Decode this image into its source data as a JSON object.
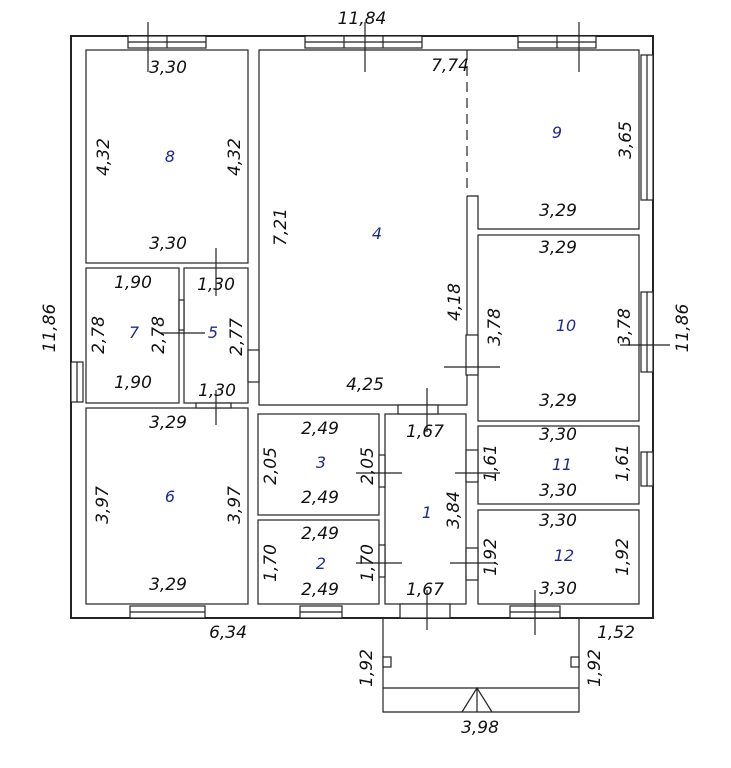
{
  "overall": {
    "top_width": "11,84",
    "left_height": "11,86",
    "right_height": "11,86",
    "bottom_left": "6,34",
    "bottom_right": "1,52",
    "room4_right_top": "7,74"
  },
  "porch": {
    "left": "1,92",
    "right": "1,92",
    "width": "3,98"
  },
  "rooms": {
    "r8": {
      "num": "8",
      "top": "3,30",
      "bottom": "3,30",
      "left": "4,32",
      "right": "4,32"
    },
    "r4": {
      "num": "4",
      "left": "7,21",
      "right": "4,18",
      "bottom": "4,25"
    },
    "r9": {
      "num": "9",
      "right": "3,65",
      "bottom": "3,29"
    },
    "r7": {
      "num": "7",
      "top": "1,90",
      "bottom": "1,90",
      "left": "2,78",
      "right": "2,78"
    },
    "r5": {
      "num": "5",
      "top": "1,30",
      "bottom": "1,30",
      "right": "2,77"
    },
    "r10": {
      "num": "10",
      "top": "3,29",
      "bottom": "3,29",
      "left": "3,78",
      "right": "3,78"
    },
    "r6": {
      "num": "6",
      "top": "3,29",
      "bottom": "3,29",
      "left": "3,97",
      "right": "3,97"
    },
    "r3": {
      "num": "3",
      "top": "2,49",
      "bottom": "2,49",
      "left": "2,05",
      "right": "2,05"
    },
    "r2": {
      "num": "2",
      "top": "2,49",
      "bottom": "2,49",
      "left": "1,70",
      "right": "1,70"
    },
    "r1": {
      "num": "1",
      "top": "1,67",
      "bottom": "1,67",
      "right": "3,84"
    },
    "r11": {
      "num": "11",
      "top": "3,30",
      "bottom": "3,30",
      "left": "1,61",
      "right": "1,61"
    },
    "r12": {
      "num": "12",
      "top": "3,30",
      "bottom": "3,30",
      "left": "1,92",
      "right": "1,92"
    }
  }
}
